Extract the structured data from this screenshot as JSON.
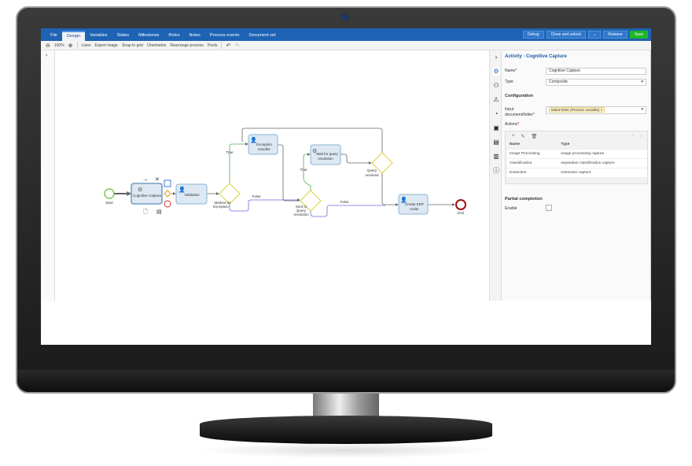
{
  "menu": {
    "tabs": [
      "File",
      "Design",
      "Variables",
      "States",
      "Milestones",
      "Roles",
      "Notes",
      "Process events",
      "Document set"
    ],
    "active_tab": "Design",
    "buttons": {
      "debug": "Debug",
      "close_unlock": "Close and unlock",
      "release": "Release",
      "save": "Save"
    }
  },
  "toolbar": {
    "zoom": "100%",
    "items": [
      "Lines",
      "Export image",
      "Snap to grid",
      "Orientation",
      "Rearrange process",
      "Pools"
    ]
  },
  "diagram": {
    "start": "Start",
    "end": "End",
    "cognitive_capture": "Cognitive Capture",
    "validation": "Validation",
    "marked_exception_1": "Marked as",
    "marked_exception_2": "Exception",
    "exception_handler_1": "Exception",
    "exception_handler_2": "Handler",
    "wait_1": "Wait for query",
    "wait_2": "resolution",
    "sent_1": "Sent to",
    "sent_2": "Query",
    "sent_3": "resolution",
    "resolved_1": "Query",
    "resolved_2": "resolved",
    "erp_1": "Create ERP",
    "erp_2": "Order",
    "true_label": "True",
    "false_label": "False"
  },
  "panel": {
    "title": "Activity - Cognitive Capture",
    "name_label": "Name",
    "name_value": "Cognitive Capture",
    "type_label": "Type",
    "type_value": "Composite",
    "configuration": "Configuration",
    "input_label_1": "Input",
    "input_label_2": "document/folder",
    "input_chip": "MainFolder",
    "input_chip_note": "(Process variable)",
    "actions_label": "Actions",
    "columns": [
      "Name",
      "Type"
    ],
    "rows": [
      [
        "Image Processing",
        "image processing capture"
      ],
      [
        "Classification",
        "separation classification capture"
      ],
      [
        "Extraction",
        "extraction capture"
      ]
    ],
    "partial_completion": "Partial completion",
    "enable_label": "Enable",
    "enable_checked": false
  },
  "colors": {
    "menu": "#1e63b4",
    "save": "#1fb52a",
    "true_flow": "#4caf50",
    "false_flow": "#6b6be0",
    "gateway": "#e0d84a"
  }
}
